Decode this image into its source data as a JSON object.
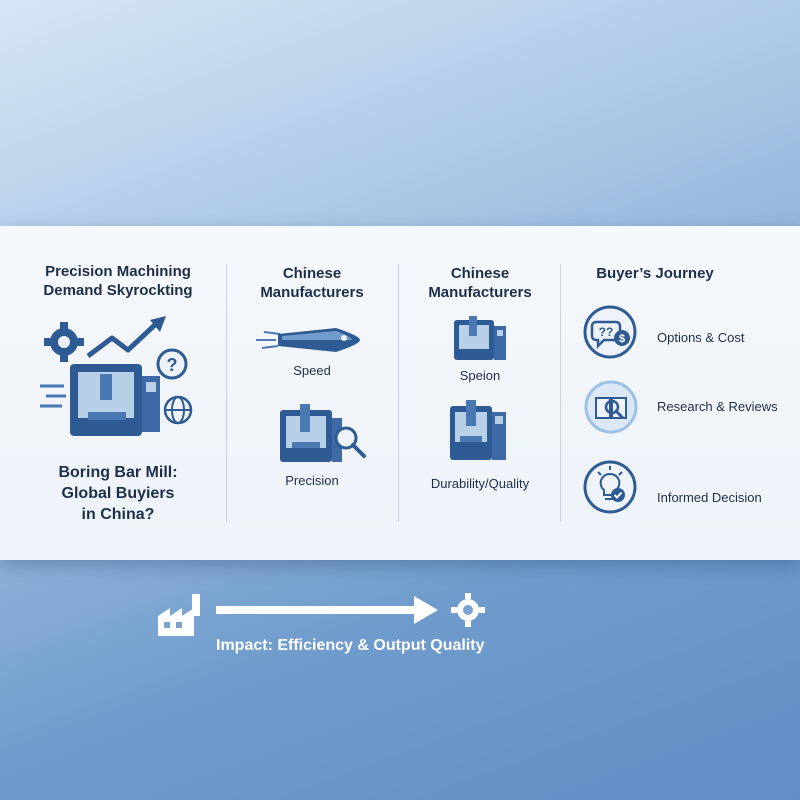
{
  "col1": {
    "title_line1": "Precision Machining",
    "title_line2": "Demand Skyrockting",
    "subtitle_line1": "Boring Bar Mill:",
    "subtitle_line2": "Global Buyiers",
    "subtitle_line3": "in China?"
  },
  "col2": {
    "title_line1": "Chinese",
    "title_line2": "Manufacturers",
    "item1_label": "Speed",
    "item2_label": "Precision"
  },
  "col3": {
    "title_line1": "Chinese",
    "title_line2": "Manufacturers",
    "item1_label": "Speion",
    "item2_label": "Durability/Quality"
  },
  "col4": {
    "title": "Buyer’s Journey",
    "steps": [
      {
        "label": "Options & Cost",
        "icon": "question-dollar-icon"
      },
      {
        "label": "Research & Reviews",
        "icon": "book-magnifier-icon"
      },
      {
        "label": "Informed Decision",
        "icon": "lightbulb-check-icon"
      }
    ]
  },
  "footer": {
    "text": "Impact: Efficiency & Output Quality"
  },
  "colors": {
    "primary": "#2f5b94",
    "dark_text": "#1e2f4a",
    "panel": "#f2f6fb",
    "light_blue": "#9cc0e6"
  }
}
